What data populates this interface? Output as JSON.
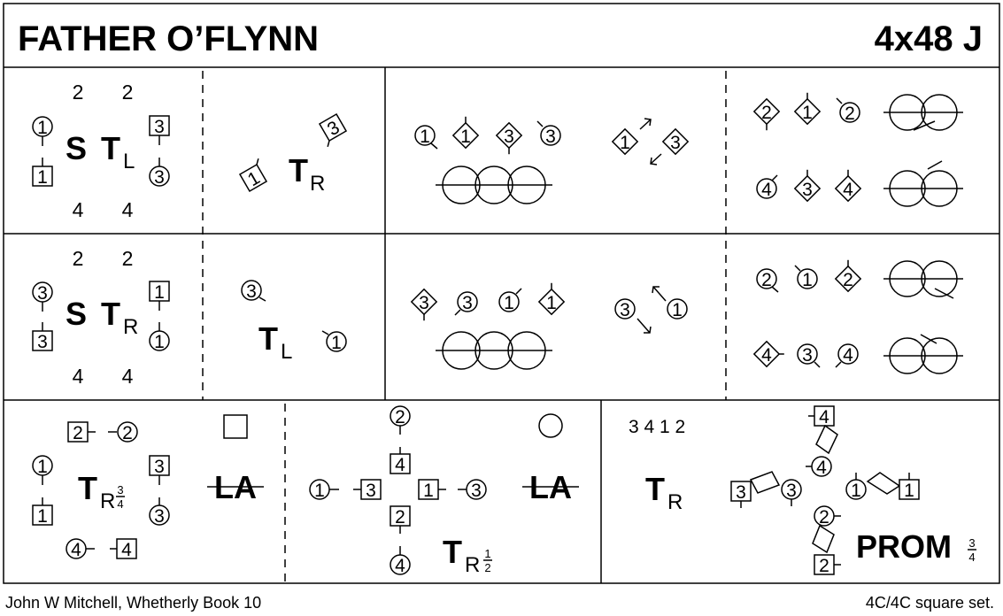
{
  "title": "FATHER O’FLYNN",
  "format": "4x48 J",
  "footer": {
    "credit": "John W Mitchell, Whetherly Book 10",
    "set_type": "4C/4C  square set."
  },
  "labels": {
    "s": "S",
    "t": "T",
    "sub_l": "L",
    "sub_r": "R",
    "la": "LA",
    "prom": "PROM",
    "three": "3",
    "four": "4",
    "one": "1",
    "two": "2",
    "order": "3 4 1 2"
  },
  "dancers": {
    "one": "1",
    "two": "2",
    "three": "3",
    "four": "4"
  }
}
